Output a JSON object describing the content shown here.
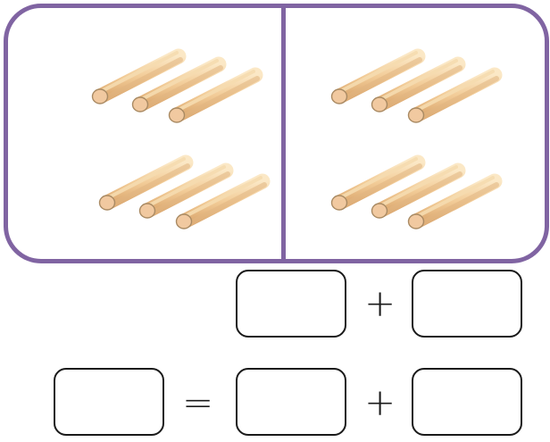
{
  "colors": {
    "frame": "#8064a2",
    "stick_light": "#f6dcb0",
    "stick_dark": "#e2b682",
    "stick_end": "#f1c9a0",
    "stick_outline": "#a98a63"
  },
  "groups": [
    {
      "name": "left-group",
      "bundles": 2,
      "sticks_per_bundle": 3
    },
    {
      "name": "right-group",
      "bundles": 2,
      "sticks_per_bundle": 3
    }
  ],
  "equation_row1": {
    "operator": "+",
    "boxes": [
      "",
      ""
    ]
  },
  "equation_row2": {
    "equals": "=",
    "operator": "+",
    "boxes": [
      "",
      "",
      ""
    ]
  }
}
